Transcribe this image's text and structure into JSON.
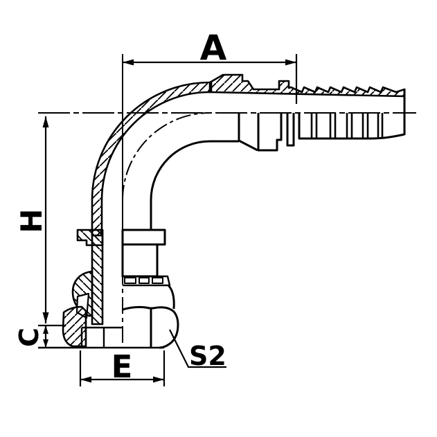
{
  "canvas": {
    "background": "#ffffff",
    "line_color": "#000000"
  },
  "labels": {
    "a": "A",
    "h": "H",
    "c": "C",
    "e": "E",
    "s2": "S2"
  }
}
